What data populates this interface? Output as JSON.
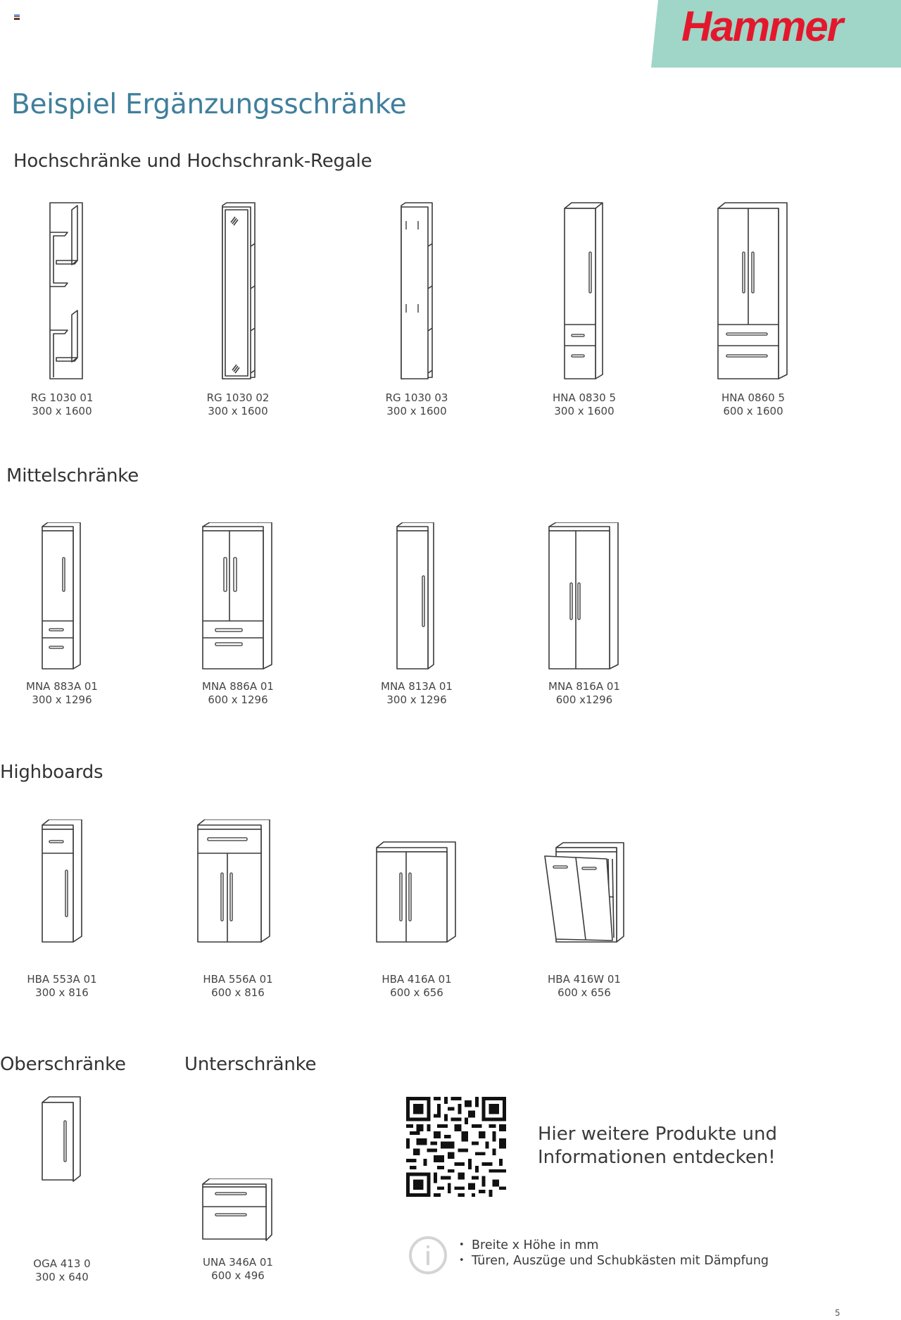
{
  "header": {
    "flag_colors": [
      "#7fb2ea",
      "#8a5bbd",
      "#f2cf7a",
      "#111111"
    ],
    "brand": "Hammer",
    "brand_color": "#e3182d",
    "banner_color": "#9fd6c8"
  },
  "page_title": "Beispiel Ergänzungsschränke",
  "title_color": "#3f7f9c",
  "sections": {
    "hochschraenke": {
      "title": "Hochschränke und Hochschrank-Regale",
      "items": [
        {
          "code": "RG 1030 01",
          "size": "300 x 1600",
          "icon": "shelf-rack-icon"
        },
        {
          "code": "RG 1030 02",
          "size": "300 x 1600",
          "icon": "mirror-rack-icon"
        },
        {
          "code": "RG 1030 03",
          "size": "300 x 1600",
          "icon": "hook-rack-icon"
        },
        {
          "code": "HNA 0830 5",
          "size": "300 x 1600",
          "icon": "tall-cabinet-1door-2drawers-icon"
        },
        {
          "code": "HNA 0860 5",
          "size": "600 x 1600",
          "icon": "tall-cabinet-2doors-2drawers-icon"
        }
      ]
    },
    "mittelschraenke": {
      "title": "Mittelschränke",
      "items": [
        {
          "code": "MNA 883A 01",
          "size": "300 x 1296",
          "icon": "mid-cabinet-1door-2drawers-icon"
        },
        {
          "code": "MNA 886A 01",
          "size": "600 x 1296",
          "icon": "mid-cabinet-2doors-2drawers-icon"
        },
        {
          "code": "MNA 813A 01",
          "size": "300 x 1296",
          "icon": "mid-cabinet-1door-icon"
        },
        {
          "code": "MNA 816A 01",
          "size": "600 x1296",
          "icon": "mid-cabinet-2doors-icon"
        }
      ]
    },
    "highboards": {
      "title": "Highboards",
      "items": [
        {
          "code": "HBA 553A 01",
          "size": "300 x 816",
          "icon": "highboard-drawer-door-icon"
        },
        {
          "code": "HBA 556A 01",
          "size": "600 x 816",
          "icon": "highboard-drawer-2doors-icon"
        },
        {
          "code": "HBA 416A 01",
          "size": "600 x 656",
          "icon": "highboard-2doors-icon"
        },
        {
          "code": "HBA 416W 01",
          "size": "600 x 656",
          "icon": "highboard-laundry-tilt-icon"
        }
      ]
    },
    "oberschraenke": {
      "title": "Oberschränke",
      "items": [
        {
          "code": "OGA 413 0",
          "size": "300 x 640",
          "icon": "wall-cabinet-icon"
        }
      ]
    },
    "unterschraenke": {
      "title": "Unterschränke",
      "items": [
        {
          "code": "UNA 346A 01",
          "size": "600 x 496",
          "icon": "base-cabinet-2drawers-icon"
        }
      ]
    }
  },
  "promo": {
    "qr_icon": "qr-code-icon",
    "text_line1": "Hier weitere Produkte und",
    "text_line2": "Informationen entdecken!"
  },
  "info": {
    "icon": "info-icon",
    "bullets": [
      "Breite x Höhe in mm",
      "Türen, Auszüge und Schubkästen mit Dämpfung"
    ]
  },
  "page_number": "5"
}
